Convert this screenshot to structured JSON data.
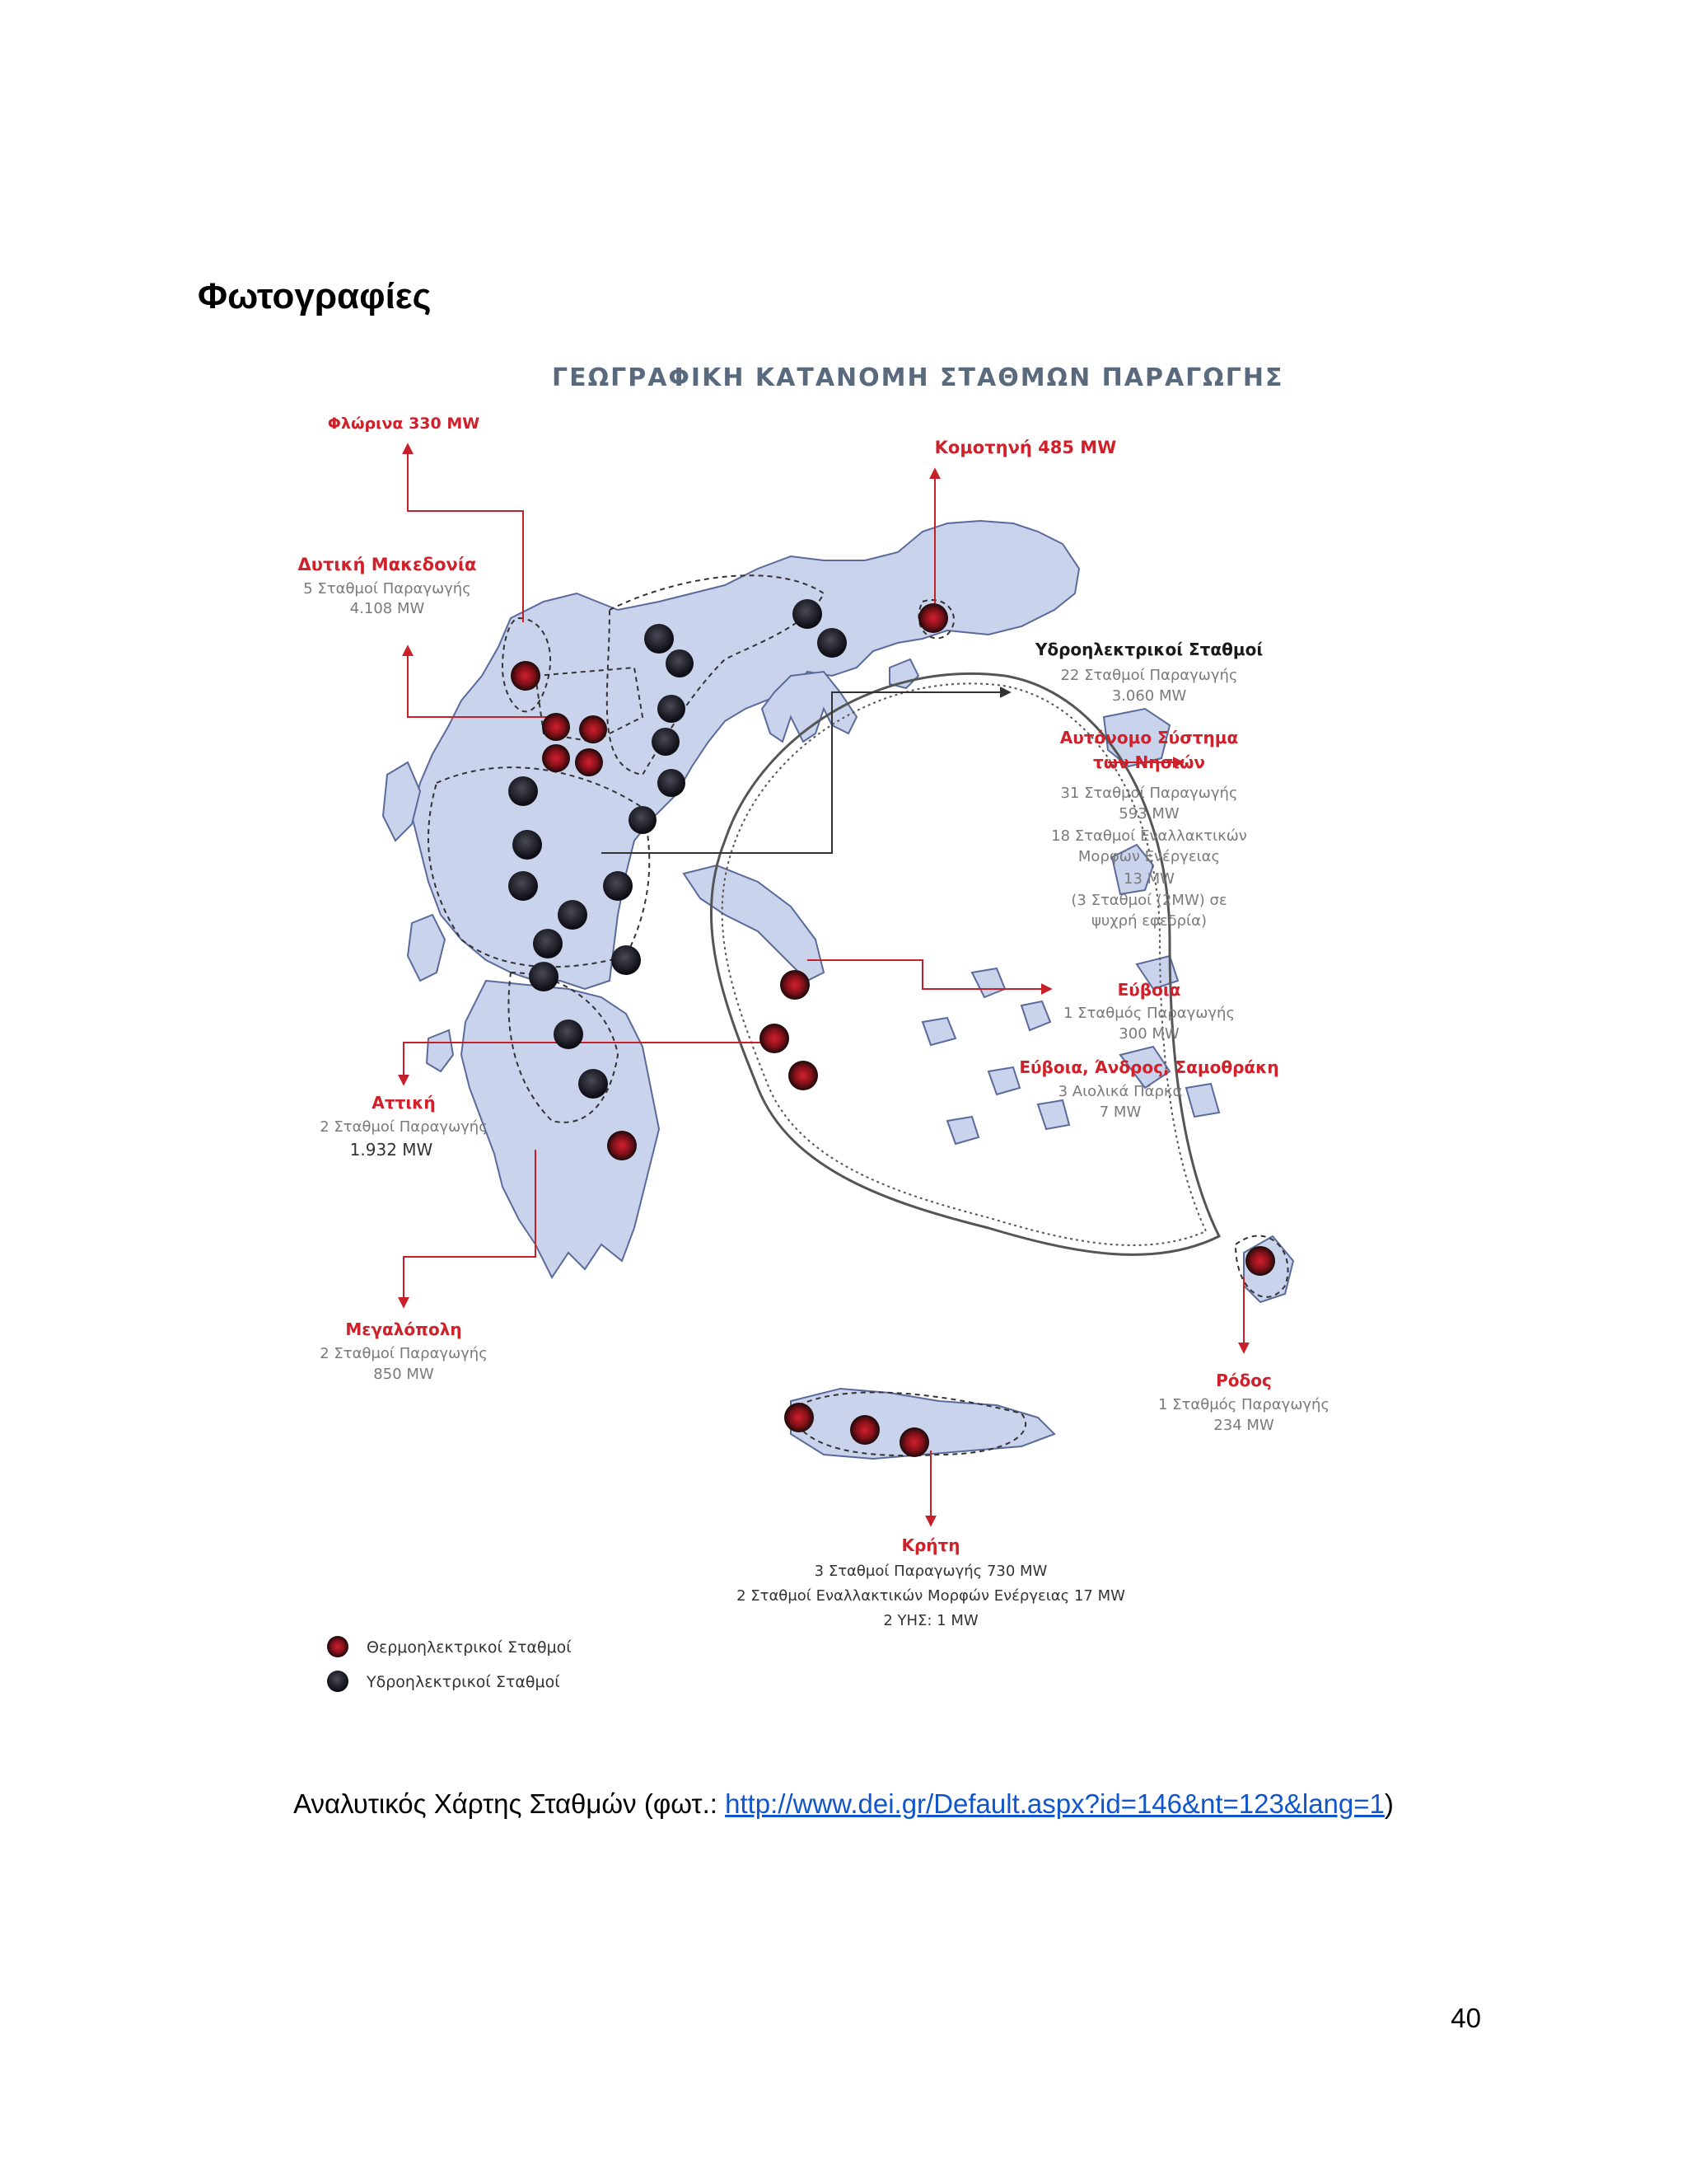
{
  "section_title": "Φωτογραφίες",
  "map": {
    "title": "ΓΕΩΓΡΑΦΙΚΗ ΚΑΤΑΝΟΜΗ ΣΤΑΘΜΩΝ ΠΑΡΑΓΩΓΗΣ",
    "labels": {
      "florina": "Φλώρινα 330 MW",
      "komotini": "Κομοτηνή 485 MW",
      "dytiki_makedonia": {
        "name": "Δυτική Μακεδονία",
        "l1": "5 Σταθμοί Παραγωγής",
        "l2": "4.108 MW"
      },
      "ydro": {
        "name": "Υδροηλεκτρικοί Σταθμοί",
        "l1": "22 Σταθμοί Παραγωγής",
        "l2": "3.060 MW"
      },
      "aytonomo": {
        "name1": "Αυτόνομο Σύστημα",
        "name2": "των Νησιών",
        "l1": "31 Σταθμοί Παραγωγής",
        "l2": "593 MW",
        "l3": "18 Σταθμοί Εναλλακτικών",
        "l4": "Μορφών Ενέργειας",
        "l5": "13 MW",
        "l6": "(3 Σταθμοί (2MW) σε",
        "l7": "ψυχρή εφεδρία)"
      },
      "evvoia": {
        "name": "Εύβοια",
        "l1": "1 Σταθμός Παραγωγής",
        "l2": "300 MW"
      },
      "evvoia_andros": {
        "name": "Εύβοια, Άνδρος, Σαμοθράκη",
        "l1": "3 Αιολικά Πάρκα",
        "l2": "7 MW"
      },
      "attiki": {
        "name": "Αττική",
        "l1": "2 Σταθμοί Παραγωγής",
        "l2": "1.932 MW"
      },
      "megalopoli": {
        "name": "Μεγαλόπολη",
        "l1": "2 Σταθμοί Παραγωγής",
        "l2": "850 MW"
      },
      "rodos": {
        "name": "Ρόδος",
        "l1": "1 Σταθμός Παραγωγής",
        "l2": "234 MW"
      },
      "kriti": {
        "name": "Κρήτη",
        "l1": "3 Σταθμοί Παραγωγής 730 MW",
        "l2": "2 Σταθμοί Εναλλακτικών Μορφών Ενέργειας 17 MW",
        "l3": "2 ΥΗΣ: 1 MW"
      }
    },
    "legend": {
      "thermo": "Θερμοηλεκτρικοί Σταθμοί",
      "ydro": "Υδροηλεκτρικοί Σταθμοί"
    },
    "colors": {
      "land": "#c9d3ec",
      "arrow": "#c8202a",
      "thermal_dot": "#b01020",
      "hydro_dot": "#1a1a22"
    }
  },
  "caption": {
    "text": "Αναλυτικός Χάρτης Σταθμών (φωτ.: ",
    "link": "http://www.dei.gr/Default.aspx?id=146&nt=123&lang=1",
    "close": ")"
  },
  "page_number": "40"
}
